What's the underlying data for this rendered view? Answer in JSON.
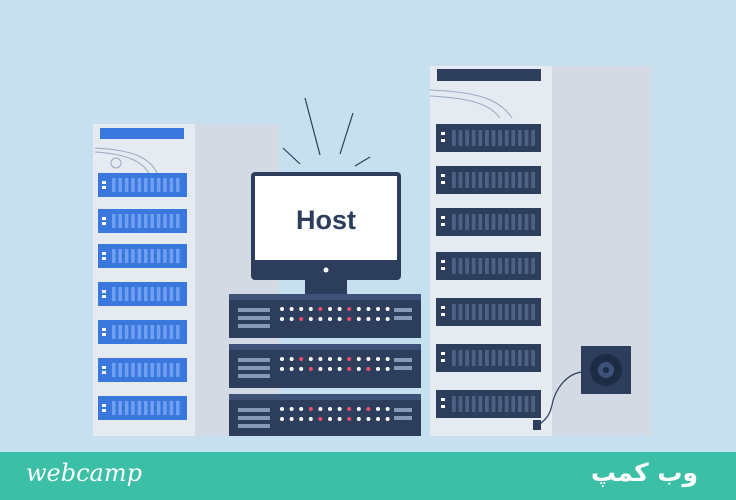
{
  "monitor": {
    "label": "Host"
  },
  "brand": {
    "latin": "webcamp",
    "persian": "وب کمپ"
  },
  "colors": {
    "background": "#c6e0ef",
    "footer": "#3bbfa6",
    "server_navy": "#2c3e5c",
    "slot_blue": "#3a78de",
    "rack_panel": "#e6ebf2",
    "rack_shadow": "#d4dae3",
    "led_red": "#ef4f6d"
  },
  "icons": {
    "fan": "fan-icon",
    "cable": "cable-icon"
  }
}
